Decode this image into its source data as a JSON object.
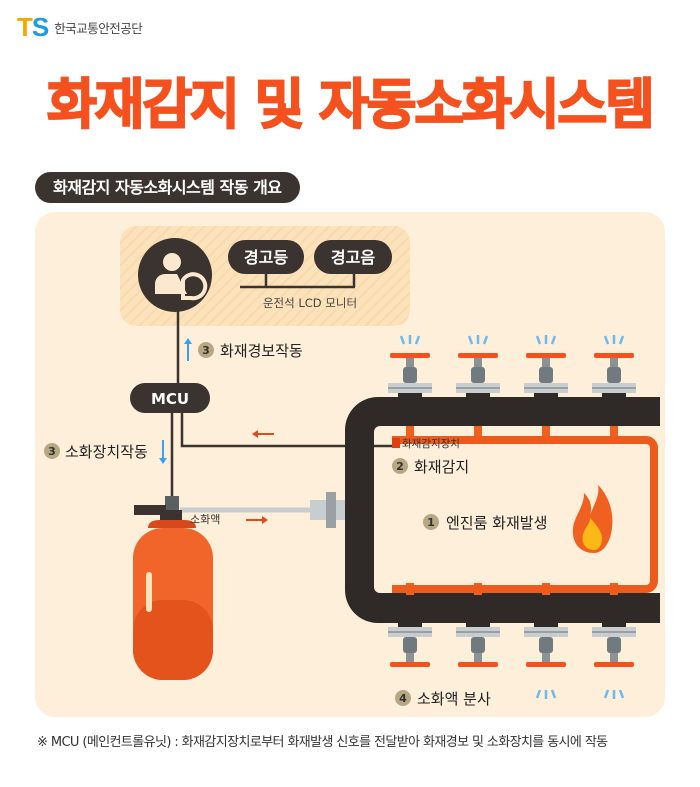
{
  "header": {
    "logo_mark_t": "T",
    "logo_mark_s": "S",
    "org_name": "한국교통안전공단"
  },
  "title": "화재감지 및 자동소화시스템",
  "subtitle": "화재감지 자동소화시스템 작동 개요",
  "monitor": {
    "lamp": "경고등",
    "sound": "경고음",
    "caption": "운전석 LCD 모니터"
  },
  "mcu_label": "MCU",
  "steps": [
    {
      "num": "1",
      "label": "엔진룸 화재발생"
    },
    {
      "num": "2",
      "label": "화재감지"
    },
    {
      "num": "3",
      "label": "화재경보작동"
    },
    {
      "num": "3",
      "label": "소화장치작동"
    },
    {
      "num": "4",
      "label": "소화액 분사"
    }
  ],
  "sensor_label": "화재감지장치",
  "agent_label": "소화액",
  "footnote": "※ MCU (메인컨트롤유닛) : 화재감지장치로부터 화재발생 신호를 전달받아 화재경보 및 소화장치를 동시에 작동",
  "colors": {
    "accent": "#f4511e",
    "dark": "#3a3330",
    "panel": "#fdefd9",
    "badge": "#b5a882",
    "arrow_blue": "#3aa0f0"
  }
}
